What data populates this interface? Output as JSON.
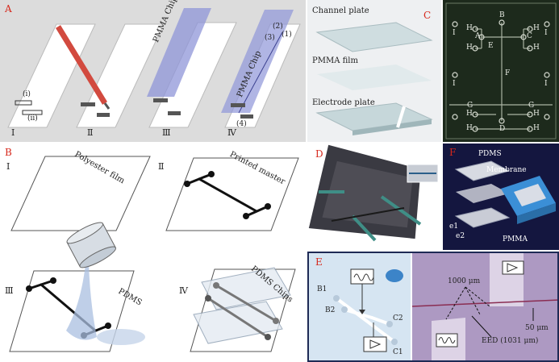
{
  "colors": {
    "label_red": "#d6281c",
    "chip_blue": "#8f95d8",
    "pcb_green": "#1d2a1c"
  },
  "panel_a": {
    "label": "A",
    "step1": "Ⅰ",
    "step2": "Ⅱ",
    "step3": "Ⅲ",
    "step4": "Ⅳ",
    "marker_i": "(i)",
    "marker_ii": "(ii)",
    "chip_text": "PMMA Chip",
    "n1": "(1)",
    "n2": "(2)",
    "n3": "(3)",
    "n4": "(4)"
  },
  "panel_c": {
    "label": "C",
    "channel_plate": "Channel plate",
    "pmma_film": "PMMA film",
    "electrode_plate": "Electrode plate"
  },
  "panel_pcb": {
    "pads": [
      "H",
      "H",
      "H",
      "H",
      "H",
      "H",
      "H",
      "H"
    ],
    "i_labels": [
      "I",
      "I",
      "I",
      "I"
    ],
    "A": "A",
    "B": "B",
    "C": "C",
    "D": "D",
    "E": "E",
    "F": "F",
    "G1": "G",
    "G2": "G"
  },
  "panel_b": {
    "label": "B",
    "step1": "Ⅰ",
    "step2": "Ⅱ",
    "step3": "Ⅲ",
    "step4": "Ⅳ",
    "film": "Polyester film",
    "master": "Printed master",
    "pdms": "PDMS",
    "chips": "PDMS Chips"
  },
  "panel_d": {
    "label": "D"
  },
  "panel_f": {
    "label": "F",
    "pdms": "PDMS",
    "membrane": "Membrane",
    "e1": "e1",
    "e2": "e2",
    "pmma": "PMMA"
  },
  "panel_e": {
    "label": "E",
    "b1": "B1",
    "b2": "B2",
    "c1": "C1",
    "c2": "C2",
    "d1000": "1000 μm",
    "d50": "50 μm",
    "eed": "EED (1031 μm)"
  }
}
